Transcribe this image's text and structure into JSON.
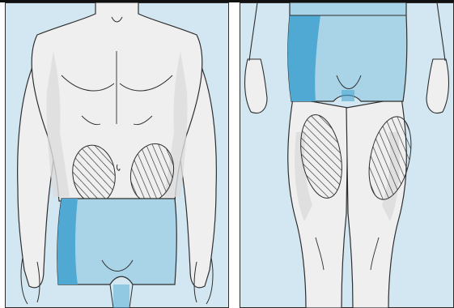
{
  "figure": {
    "colors": {
      "background": "#d2e7f1",
      "frame": "#2b2b2b",
      "skin": "#efefef",
      "skin_shadow": "#d9d9d9",
      "outline": "#2e2e2e",
      "underwear_light": "#a9d4e7",
      "underwear_dark": "#4fa9d3",
      "hatch": "#2e2e2e"
    },
    "panels": [
      {
        "view": "front-torso",
        "injection_sites": [
          "abdomen-left",
          "abdomen-right"
        ]
      },
      {
        "view": "front-thighs",
        "injection_sites": [
          "thigh-left",
          "thigh-right"
        ]
      }
    ]
  }
}
